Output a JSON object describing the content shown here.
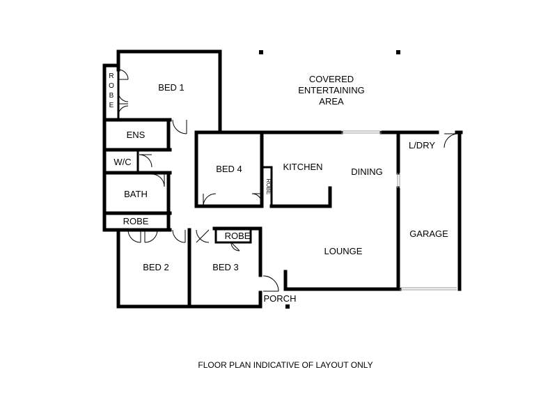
{
  "rooms": {
    "bed1": "BED 1",
    "robe1": [
      "R",
      "O",
      "B",
      "E"
    ],
    "covered": [
      "COVERED",
      "ENTERTAINING",
      "AREA"
    ],
    "ens": "ENS",
    "wc": "W/C",
    "bath": "BATH",
    "robe2": "ROBE",
    "bed4": "BED 4",
    "kitchen": "KITCHEN",
    "robe4": "ROBE",
    "dining": "DINING",
    "ldry": "L/DRY",
    "garage": "GARAGE",
    "lounge": "LOUNGE",
    "robe3": "ROBE",
    "bed2": "BED 2",
    "bed3": "BED 3",
    "porch": "PORCH"
  },
  "caption": "FLOOR PLAN INDICATIVE OF LAYOUT ONLY"
}
